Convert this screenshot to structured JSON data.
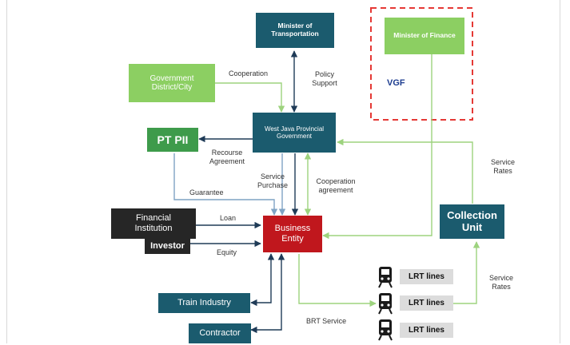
{
  "nodes": {
    "minister_transportation": "Minister of Transportation",
    "minister_finance": "Minister of Finance",
    "government_district": "Government District/City",
    "west_java": "West Java Provincial Government",
    "pt_pii": "PT PII",
    "financial_institution": "Financial Institution",
    "investor": "Investor",
    "business_entity": "Business Entity",
    "collection_unit": "Collection Unit",
    "train_industry": "Train Industry",
    "contractor": "Contractor",
    "vgf": "VGF"
  },
  "edge_labels": {
    "cooperation": "Cooperation",
    "policy_support": "Policy Support",
    "recourse_agreement": "Recourse Agreement",
    "service_purchase": "Service Purchase",
    "cooperation_agreement": "Cooperation agreement",
    "guarantee": "Guarantee",
    "loan": "Loan",
    "equity": "Equity",
    "service_rates_top": "Service Rates",
    "service_rates_bottom": "Service Rates",
    "brt_service": "BRT Service"
  },
  "lrt_lines": [
    "LRT lines",
    "LRT lines",
    "LRT lines"
  ],
  "icons": {
    "train": "train-icon"
  },
  "colors": {
    "teal": "#1b5b6e",
    "light_green": "#8ccf62",
    "dark_green": "#3e9b4b",
    "black": "#262626",
    "red": "#c0171d",
    "vgf_border": "#e53935",
    "arrow_dark": "#1f3b57",
    "arrow_green": "#9dd37e",
    "arrow_blue": "#7fa3c4"
  }
}
